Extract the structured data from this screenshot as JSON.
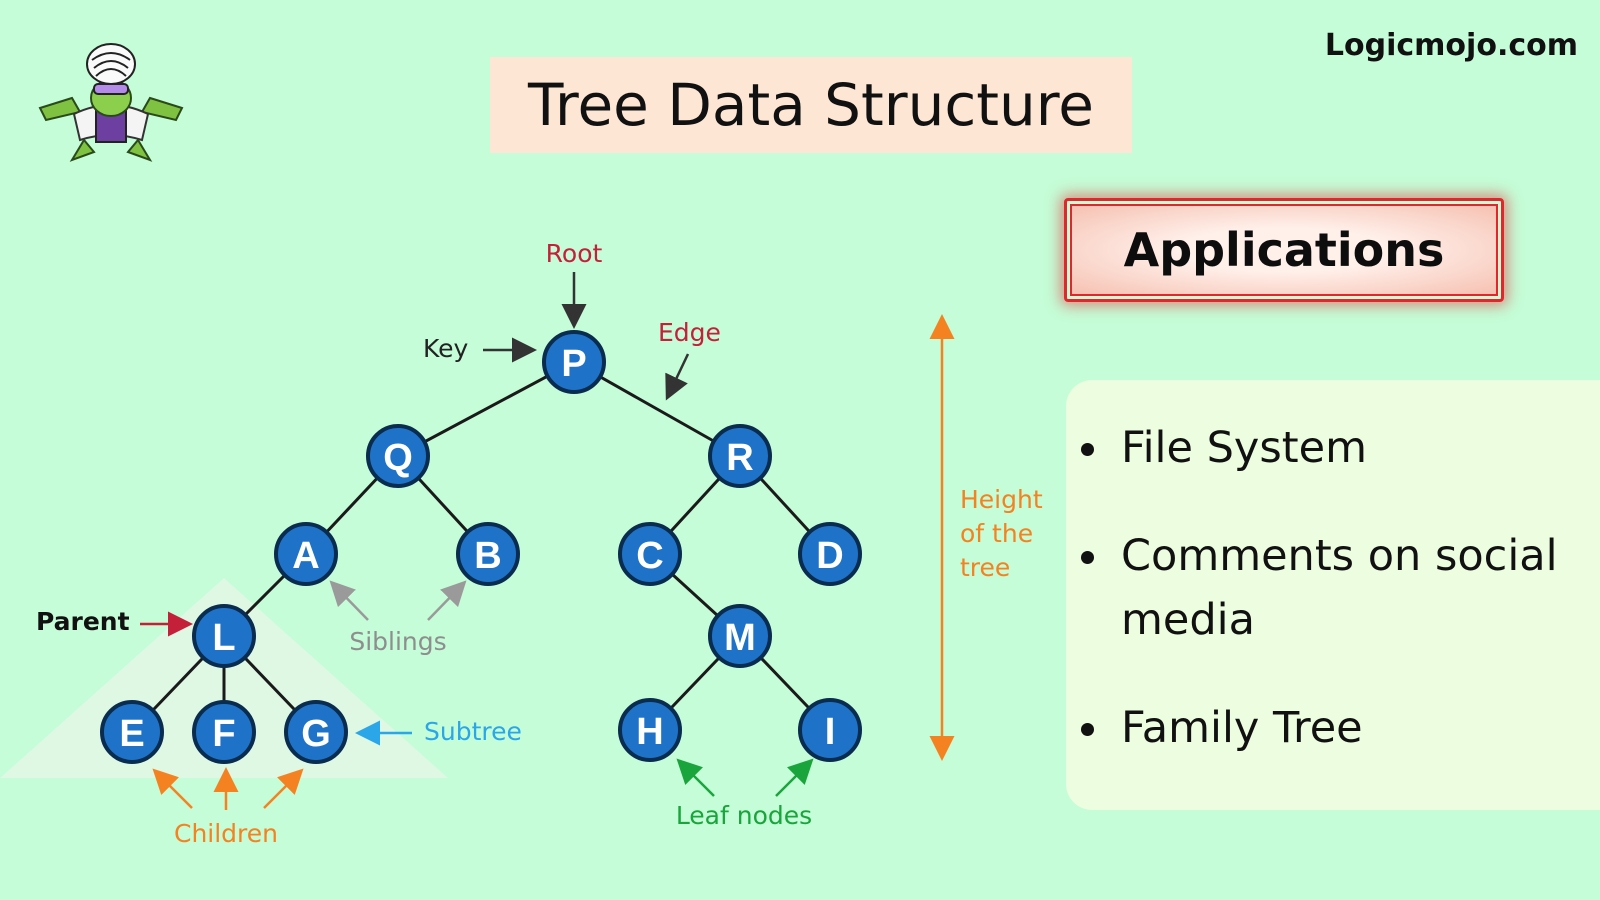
{
  "header": {
    "title": "Tree Data Structure",
    "brand": "Logicmojo.com"
  },
  "diagram": {
    "nodes": [
      "P",
      "Q",
      "R",
      "A",
      "B",
      "C",
      "D",
      "L",
      "M",
      "E",
      "F",
      "G",
      "H",
      "I"
    ],
    "labels": {
      "root": "Root",
      "key": "Key",
      "edge": "Edge",
      "parent": "Parent",
      "siblings": "Siblings",
      "subtree": "Subtree",
      "children": "Children",
      "leaf_nodes": "Leaf nodes",
      "height_1": "Height",
      "height_2": "of the",
      "height_3": "tree"
    },
    "colors": {
      "node_fill": "#1e73c8",
      "node_stroke": "#0a2c4f",
      "root_label": "#c4203a",
      "edge_label": "#c4203a",
      "height_label": "#f58220",
      "children_label": "#f58220",
      "subtree_label": "#2ba6e8",
      "siblings_label": "#8e8e8e",
      "leaf_label": "#1aa53c"
    }
  },
  "applications": {
    "heading": "Applications",
    "items": [
      "File System",
      "Comments on social media",
      "Family Tree"
    ]
  },
  "logo": {
    "icon": "mojo-jojo-mascot-icon"
  }
}
